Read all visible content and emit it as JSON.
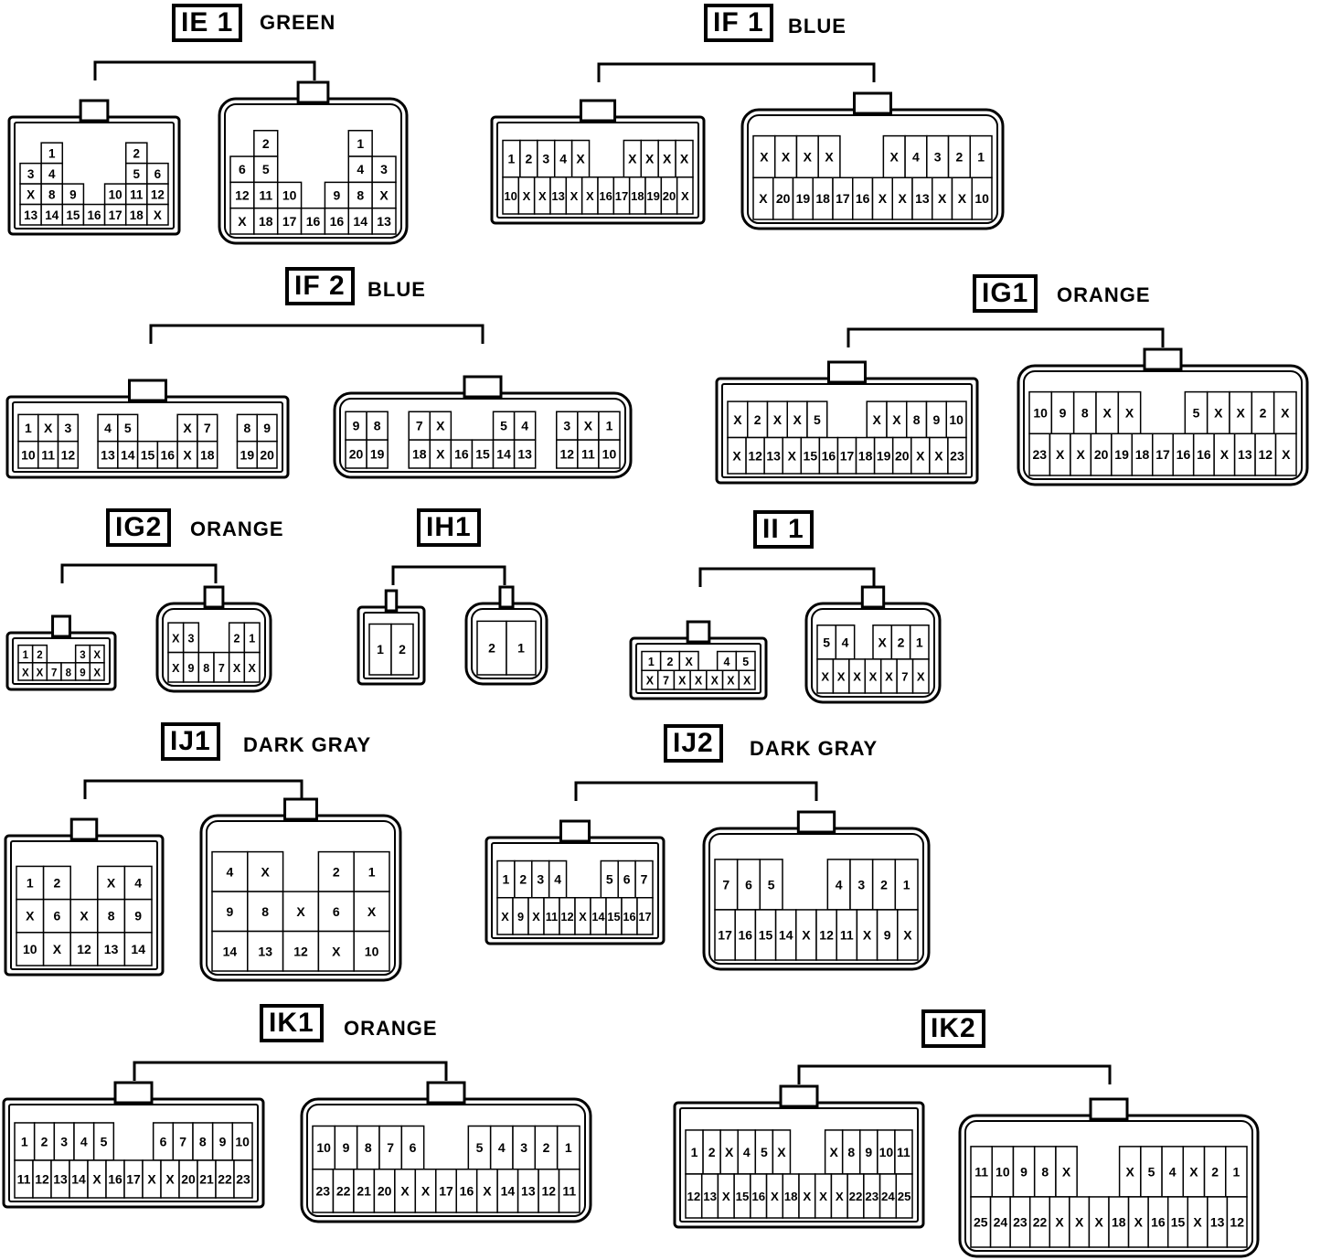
{
  "connectors": [
    {
      "id": "IE1",
      "label": "IE 1",
      "color": "GREEN",
      "male": [
        [
          "",
          "1",
          "",
          "",
          "",
          "2",
          ""
        ],
        [
          "3",
          "4",
          "",
          "",
          "",
          "5",
          "6"
        ],
        [
          "X",
          "8",
          "9",
          "",
          "10",
          "11",
          "12"
        ],
        [
          "13",
          "14",
          "15",
          "16",
          "17",
          "18",
          "X"
        ]
      ],
      "female": [
        [
          "",
          "2",
          "",
          "",
          "",
          "1",
          ""
        ],
        [
          "6",
          "5",
          "",
          "",
          "",
          "4",
          "3"
        ],
        [
          "12",
          "11",
          "10",
          "",
          "9",
          "8",
          "X"
        ],
        [
          "X",
          "18",
          "17",
          "16",
          "16",
          "14",
          "13"
        ]
      ]
    },
    {
      "id": "IF1",
      "label": "IF 1",
      "color": "BLUE",
      "male": [
        [
          "1",
          "2",
          "3",
          "4",
          "X",
          "",
          "",
          "X",
          "X",
          "X",
          "X"
        ],
        [
          "10",
          "X",
          "X",
          "13",
          "X",
          "X",
          "16",
          "17",
          "18",
          "19",
          "20",
          "X"
        ]
      ],
      "female": [
        [
          "X",
          "X",
          "X",
          "X",
          "",
          "",
          "X",
          "4",
          "3",
          "2",
          "1"
        ],
        [
          "X",
          "20",
          "19",
          "18",
          "17",
          "16",
          "X",
          "X",
          "13",
          "X",
          "X",
          "10"
        ]
      ]
    },
    {
      "id": "IF2",
      "label": "IF 2",
      "color": "BLUE",
      "male": [
        [
          "1",
          "X",
          "3",
          "",
          "4",
          "5",
          "",
          "",
          "X",
          "7",
          "",
          "8",
          "9"
        ],
        [
          "10",
          "11",
          "12",
          "",
          "13",
          "14",
          "15",
          "16",
          "X",
          "18",
          "",
          "19",
          "20"
        ]
      ],
      "female": [
        [
          "9",
          "8",
          "",
          "7",
          "X",
          "",
          "",
          "5",
          "4",
          "",
          "3",
          "X",
          "1"
        ],
        [
          "20",
          "19",
          "",
          "18",
          "X",
          "16",
          "15",
          "14",
          "13",
          "",
          "12",
          "11",
          "10"
        ]
      ]
    },
    {
      "id": "IG1",
      "label": "IG1",
      "color": "ORANGE",
      "male": [
        [
          "X",
          "2",
          "X",
          "X",
          "5",
          "",
          "",
          "X",
          "X",
          "8",
          "9",
          "10"
        ],
        [
          "X",
          "12",
          "13",
          "X",
          "15",
          "16",
          "17",
          "18",
          "19",
          "20",
          "X",
          "X",
          "23"
        ]
      ],
      "female": [
        [
          "10",
          "9",
          "8",
          "X",
          "X",
          "",
          "",
          "5",
          "X",
          "X",
          "2",
          "X"
        ],
        [
          "23",
          "X",
          "X",
          "20",
          "19",
          "18",
          "17",
          "16",
          "16",
          "X",
          "13",
          "12",
          "X"
        ]
      ]
    },
    {
      "id": "IG2",
      "label": "IG2",
      "color": "ORANGE",
      "male": [
        [
          "1",
          "2",
          "",
          "",
          "3",
          "X"
        ],
        [
          "X",
          "X",
          "7",
          "8",
          "9",
          "X"
        ]
      ],
      "female": [
        [
          "X",
          "3",
          "",
          "",
          "2",
          "1"
        ],
        [
          "X",
          "9",
          "8",
          "7",
          "X",
          "X"
        ]
      ]
    },
    {
      "id": "IH1",
      "label": "IH1",
      "color": "",
      "male": [
        [
          "1",
          "2"
        ]
      ],
      "female": [
        [
          "2",
          "1"
        ]
      ]
    },
    {
      "id": "II1",
      "label": "II 1",
      "color": "",
      "male": [
        [
          "1",
          "2",
          "X",
          "",
          "4",
          "5"
        ],
        [
          "X",
          "7",
          "X",
          "X",
          "X",
          "X",
          "X"
        ]
      ],
      "female": [
        [
          "5",
          "4",
          "",
          "X",
          "2",
          "1"
        ],
        [
          "X",
          "X",
          "X",
          "X",
          "X",
          "7",
          "X"
        ]
      ]
    },
    {
      "id": "IJ1",
      "label": "IJ1",
      "color": "DARK  GRAY",
      "male": [
        [
          "1",
          "2",
          "",
          "X",
          "4"
        ],
        [
          "X",
          "6",
          "X",
          "8",
          "9"
        ],
        [
          "10",
          "X",
          "12",
          "13",
          "14"
        ]
      ],
      "female": [
        [
          "4",
          "X",
          "",
          "2",
          "1"
        ],
        [
          "9",
          "8",
          "X",
          "6",
          "X"
        ],
        [
          "14",
          "13",
          "12",
          "X",
          "10"
        ]
      ]
    },
    {
      "id": "IJ2",
      "label": "IJ2",
      "color": "DARK  GRAY",
      "male": [
        [
          "1",
          "2",
          "3",
          "4",
          "",
          "",
          "5",
          "6",
          "7"
        ],
        [
          "X",
          "9",
          "X",
          "11",
          "12",
          "X",
          "14",
          "15",
          "16",
          "17"
        ]
      ],
      "female": [
        [
          "7",
          "6",
          "5",
          "",
          "",
          "4",
          "3",
          "2",
          "1"
        ],
        [
          "17",
          "16",
          "15",
          "14",
          "X",
          "12",
          "11",
          "X",
          "9",
          "X"
        ]
      ]
    },
    {
      "id": "IK1",
      "label": "IK1",
      "color": "ORANGE",
      "male": [
        [
          "1",
          "2",
          "3",
          "4",
          "5",
          "",
          "",
          "6",
          "7",
          "8",
          "9",
          "10"
        ],
        [
          "11",
          "12",
          "13",
          "14",
          "X",
          "16",
          "17",
          "X",
          "X",
          "20",
          "21",
          "22",
          "23"
        ]
      ],
      "female": [
        [
          "10",
          "9",
          "8",
          "7",
          "6",
          "",
          "",
          "5",
          "4",
          "3",
          "2",
          "1"
        ],
        [
          "23",
          "22",
          "21",
          "20",
          "X",
          "X",
          "17",
          "16",
          "X",
          "14",
          "13",
          "12",
          "11"
        ]
      ]
    },
    {
      "id": "IK2",
      "label": "IK2",
      "color": "",
      "male": [
        [
          "1",
          "2",
          "X",
          "4",
          "5",
          "X",
          "",
          "",
          "X",
          "8",
          "9",
          "10",
          "11"
        ],
        [
          "12",
          "13",
          "X",
          "15",
          "16",
          "X",
          "18",
          "X",
          "X",
          "X",
          "22",
          "23",
          "24",
          "25"
        ]
      ],
      "female": [
        [
          "11",
          "10",
          "9",
          "8",
          "X",
          "",
          "",
          "X",
          "5",
          "4",
          "X",
          "2",
          "1"
        ],
        [
          "25",
          "24",
          "23",
          "22",
          "X",
          "X",
          "X",
          "18",
          "X",
          "16",
          "15",
          "X",
          "13",
          "12"
        ]
      ]
    }
  ]
}
